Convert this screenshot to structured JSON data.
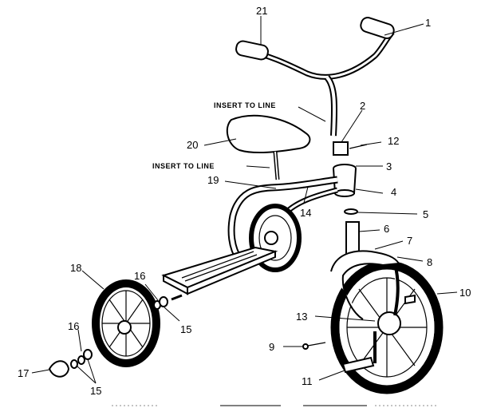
{
  "notes": {
    "insert_handlebar": "INSERT TO LINE",
    "insert_seat": "INSERT TO LINE"
  },
  "callouts": {
    "c1": "1",
    "c2": "2",
    "c3": "3",
    "c4": "4",
    "c5": "5",
    "c6": "6",
    "c7": "7",
    "c8": "8",
    "c9": "9",
    "c10": "10",
    "c11": "11",
    "c12": "12",
    "c13": "13",
    "c14": "14",
    "c15a": "15",
    "c15b": "15",
    "c16a": "16",
    "c16b": "16",
    "c17": "17",
    "c18": "18",
    "c19": "19",
    "c20": "20",
    "c21": "21"
  }
}
